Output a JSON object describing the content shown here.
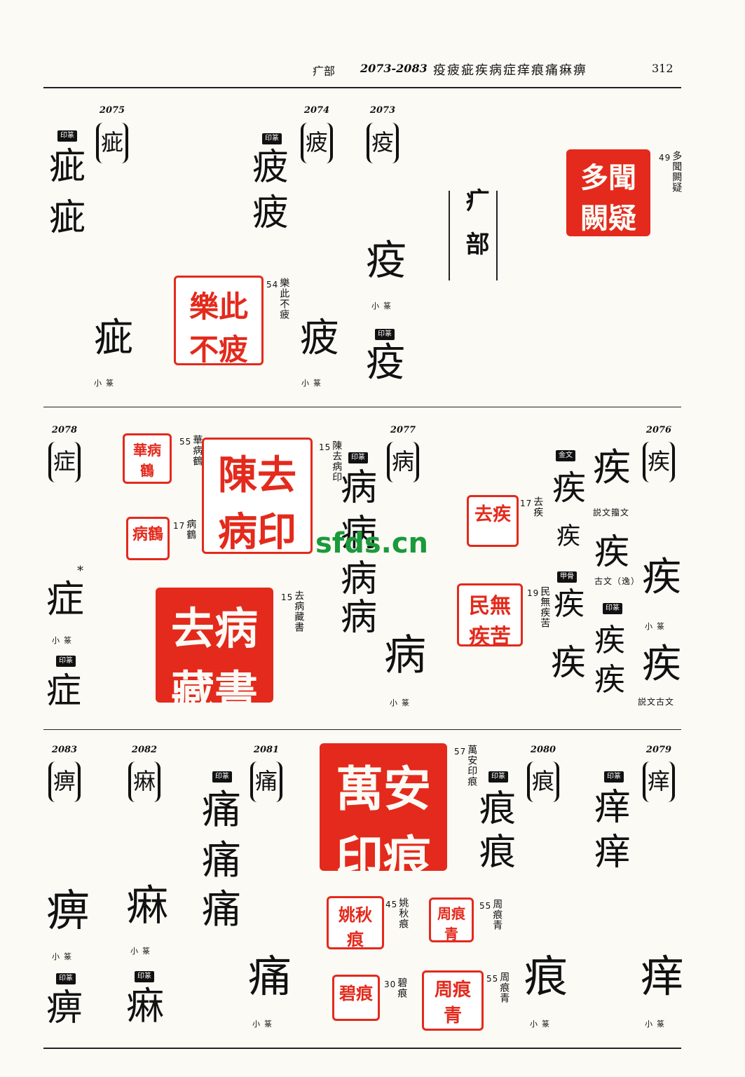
{
  "header": {
    "section": "疒部",
    "range": "2073-2083",
    "chars": "疫疲疵疾病症痒痕痛痳痹",
    "page": "312"
  },
  "section_title": "疒部",
  "watermark": "sfds.cn",
  "labels": {
    "seal_script": "印篆",
    "small_seal": "小篆",
    "bronze": "金文",
    "oracle": "甲骨",
    "shuowen_zhou": "説文籀文",
    "guwen_yi": "古文（逸）",
    "shuowen_guwen": "説文古文"
  },
  "entries": [
    {
      "num": "2073",
      "char": "疫"
    },
    {
      "num": "2074",
      "char": "疲"
    },
    {
      "num": "2075",
      "char": "疵"
    },
    {
      "num": "2076",
      "char": "疾"
    },
    {
      "num": "2077",
      "char": "病"
    },
    {
      "num": "2078",
      "char": "症"
    },
    {
      "num": "2079",
      "char": "痒"
    },
    {
      "num": "2080",
      "char": "痕"
    },
    {
      "num": "2081",
      "char": "痛"
    },
    {
      "num": "2082",
      "char": "痳"
    },
    {
      "num": "2083",
      "char": "痹"
    }
  ],
  "seals": [
    {
      "text": "多聞闕疑",
      "num": "49"
    },
    {
      "text": "樂此不疲",
      "num": "54"
    },
    {
      "text": "華病鶴",
      "num": "55"
    },
    {
      "text": "陳去病印",
      "num": "15"
    },
    {
      "text": "病鶴",
      "num": "17"
    },
    {
      "text": "去病藏書",
      "num": "15"
    },
    {
      "text": "去疾",
      "num": "17"
    },
    {
      "text": "民無疾苦",
      "num": "19"
    },
    {
      "text": "萬安印痕",
      "num": "57"
    },
    {
      "text": "姚秋痕",
      "num": "45"
    },
    {
      "text": "周痕青",
      "num": "55"
    },
    {
      "text": "碧痕",
      "num": "30"
    },
    {
      "text": "周痕青",
      "num": "55"
    }
  ],
  "seal_glyphs": {
    "s0": "多聞闕疑",
    "s1": "樂此不疲",
    "s2": "華病鶴",
    "s3": "陳去病印",
    "s4": "病鶴",
    "s5": "去病藏書",
    "s6": "去疾",
    "s7": "民無疾苦",
    "s8": "萬安印痕",
    "s9": "姚秋痕",
    "s10": "周痕青",
    "s11": "碧痕",
    "s12": "周痕青"
  }
}
